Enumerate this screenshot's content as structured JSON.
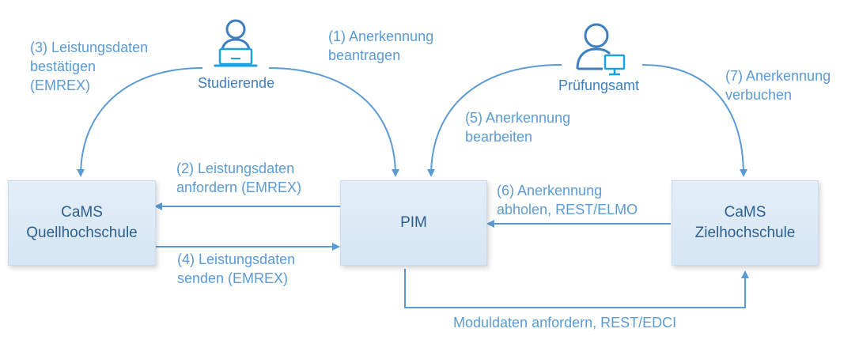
{
  "actors": {
    "student": {
      "label": "Studierende",
      "icon": "student-laptop-icon"
    },
    "exam_office": {
      "label": "Prüfungsamt",
      "icon": "person-computer-icon"
    }
  },
  "nodes": {
    "source": {
      "line1": "CaMS",
      "line2": "Quellhochschule"
    },
    "pim": {
      "label": "PIM"
    },
    "target": {
      "line1": "CaMS",
      "line2": "Zielhochschule"
    }
  },
  "edges": {
    "e1": {
      "line1": "(1) Anerkennung",
      "line2": "beantragen"
    },
    "e2": {
      "line1": "(2) Leistungsdaten",
      "line2": "anfordern (EMREX)"
    },
    "e3": {
      "line1": "(3) Leistungsdaten",
      "line2": "bestätigen",
      "line3": "(EMREX)"
    },
    "e4": {
      "line1": "(4) Leistungsdaten",
      "line2": "senden (EMREX)"
    },
    "e5": {
      "line1": "(5) Anerkennung",
      "line2": "bearbeiten"
    },
    "e6": {
      "line1": "(6) Anerkennung",
      "line2": "abholen, REST/ELMO"
    },
    "e7": {
      "line1": "(7) Anerkennung",
      "line2": "verbuchen"
    },
    "e8": {
      "label": "Moduldaten anfordern, REST/EDCI"
    }
  },
  "colors": {
    "line": "#5b9bd5",
    "box_text": "#2c5f8e",
    "icon": "#3f7fbf",
    "screen": "#1ba1e2"
  }
}
